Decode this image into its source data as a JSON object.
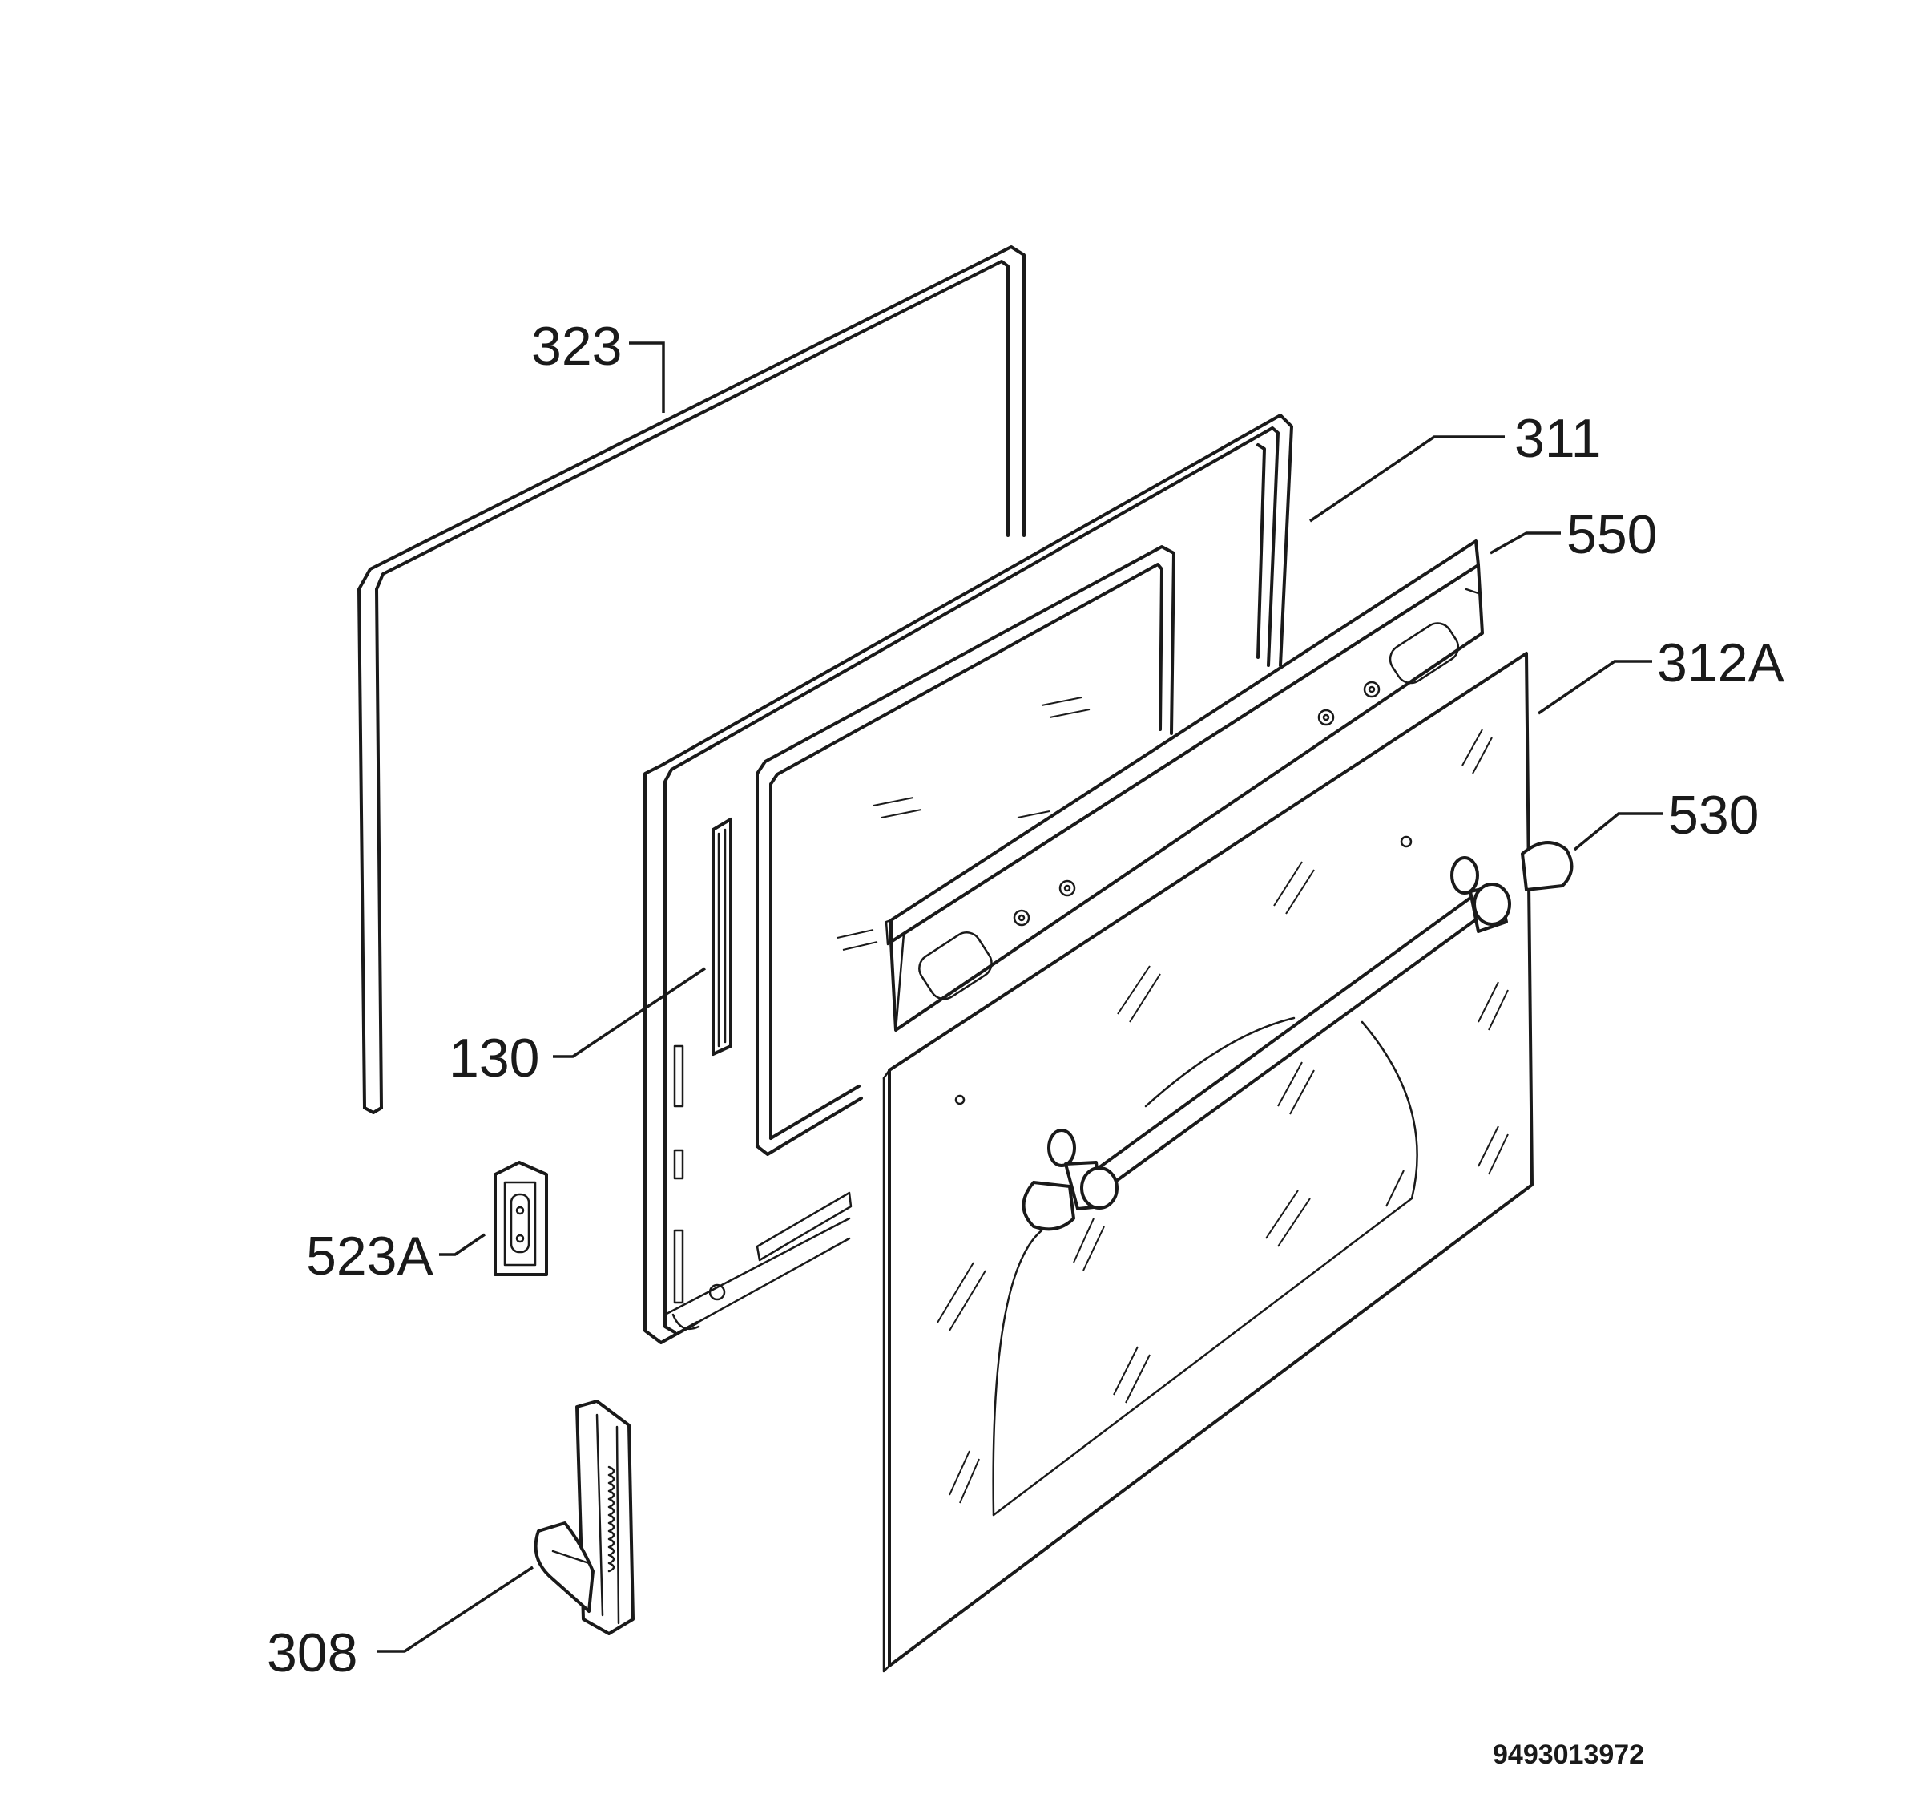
{
  "callouts": {
    "gasket": "323",
    "inner_door": "311",
    "hinge_cover": "550",
    "outer_glass": "312A",
    "handle": "530",
    "seal_strip": "130",
    "latch": "523A",
    "hinge": "308"
  },
  "document_number": "9493013972"
}
